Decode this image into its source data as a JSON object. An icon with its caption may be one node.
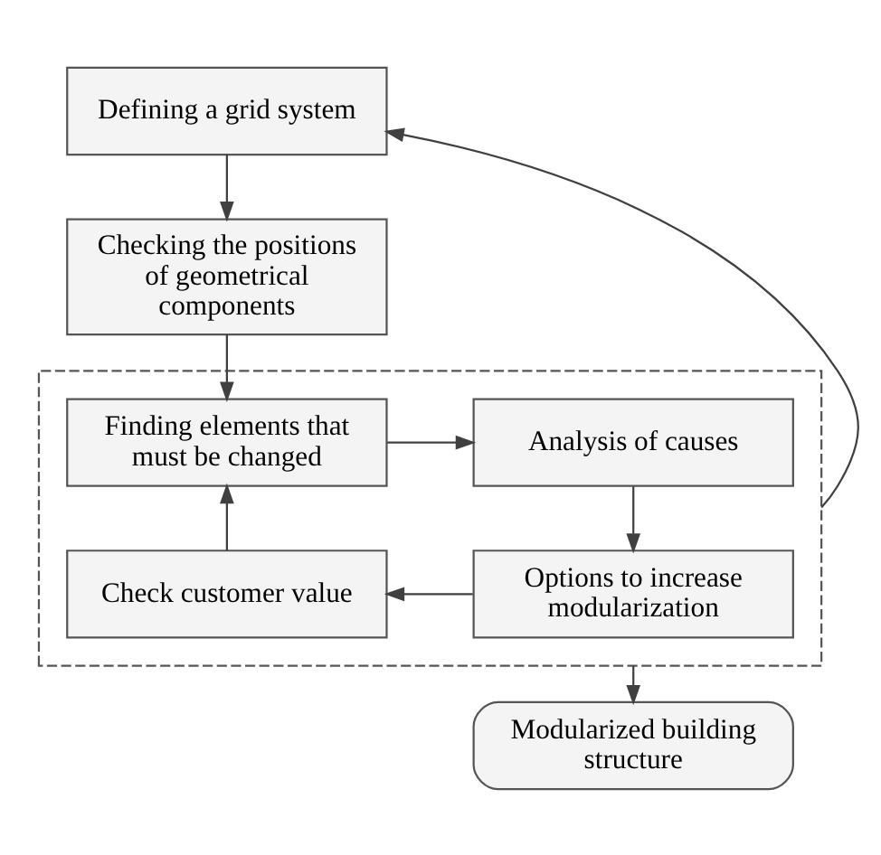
{
  "diagram": {
    "nodes": [
      {
        "text": [
          "Defining a grid system"
        ]
      },
      {
        "text": [
          "Checking the positions of geometrical components"
        ]
      },
      {
        "text": [],
        "shape": "box"
      },
      {
        "text": [
          "Finding elements that must be changed"
        ],
        "in": 2
      },
      {
        "text": [
          "Analysis of causes"
        ],
        "in": 2
      },
      {
        "text": [
          "Check customer value"
        ],
        "in": 2
      },
      {
        "text": [
          "Options to increase modularization"
        ],
        "in": 2
      },
      {
        "text": [
          "Modularized building structure"
        ]
      }
    ],
    "edges": [
      {
        "from": 0,
        "to": 1,
        "arrow": "to"
      },
      {
        "from": 1,
        "to": 3,
        "arrow": "to"
      },
      {
        "from": 3,
        "to": 4,
        "arrow": "to"
      },
      {
        "from": 4,
        "to": 6,
        "arrow": "to"
      },
      {
        "from": 6,
        "to": 5,
        "arrow": "to"
      },
      {
        "from": 5,
        "to": 3,
        "arrow": "to"
      },
      {
        "from": 2,
        "to": 0,
        "arrow": "to"
      },
      {
        "from": 2,
        "to": 7,
        "arrow": "to"
      }
    ]
  }
}
